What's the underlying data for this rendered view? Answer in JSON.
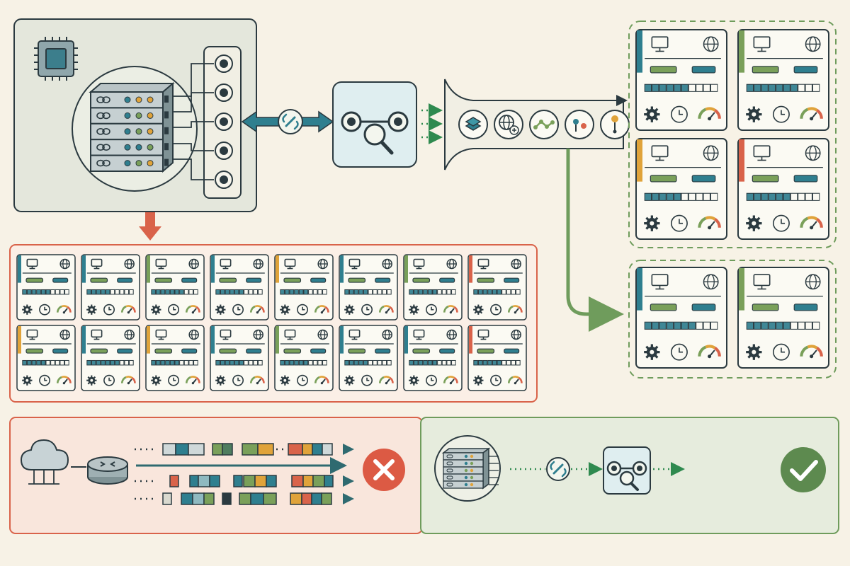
{
  "colors": {
    "background": "#f7f2e6",
    "ink": "#2b3a40",
    "teal": "#2f7f8f",
    "green": "#7aa05a",
    "orange": "#e0a33a",
    "red": "#d9634a",
    "panel_gray": "#e4e7dc",
    "box_blue": "#dfeef0",
    "bad_bg": "#f9e6dc",
    "good_bg": "#e6ecdd",
    "card": "#fbfaf3"
  },
  "host": {
    "chip_icon": "cpu-chip-icon",
    "server_icon": "server-rack-icon",
    "port_count": 5
  },
  "sync_icon": "sync-link-icon",
  "inspector_icon": "graph-search-icon",
  "funnel": {
    "icons": [
      "layers-icon",
      "globe-plus-icon",
      "line-nodes-icon",
      "pin-dots-icon",
      "lollipop-node-icon"
    ]
  },
  "bad_cards": [
    {
      "accent": "teal",
      "fill": 6
    },
    {
      "accent": "teal",
      "fill": 5
    },
    {
      "accent": "green",
      "fill": 7
    },
    {
      "accent": "teal",
      "fill": 6
    },
    {
      "accent": "orange",
      "fill": 6
    },
    {
      "accent": "teal",
      "fill": 5
    },
    {
      "accent": "green",
      "fill": 6
    },
    {
      "accent": "red",
      "fill": 6
    },
    {
      "accent": "orange",
      "fill": 5
    },
    {
      "accent": "teal",
      "fill": 7
    },
    {
      "accent": "orange",
      "fill": 6
    },
    {
      "accent": "teal",
      "fill": 6
    },
    {
      "accent": "green",
      "fill": 6
    },
    {
      "accent": "teal",
      "fill": 5
    },
    {
      "accent": "teal",
      "fill": 6
    },
    {
      "accent": "red",
      "fill": 6
    }
  ],
  "good_cards": [
    {
      "accent": "teal",
      "fill": 6
    },
    {
      "accent": "green",
      "fill": 7
    },
    {
      "accent": "orange",
      "fill": 5
    },
    {
      "accent": "red",
      "fill": 6
    }
  ],
  "result_cards": [
    {
      "accent": "teal",
      "fill": 7
    },
    {
      "accent": "green",
      "fill": 6
    }
  ],
  "legend_bad": {
    "cloud_icon": "cloud-icon",
    "router_icon": "router-icon",
    "status_icon": "cross-icon",
    "status_color": "#dc5a44"
  },
  "legend_good": {
    "server_icon": "server-rack-icon",
    "sync_icon": "sync-link-icon",
    "inspector_icon": "graph-search-icon",
    "status_icon": "check-icon",
    "status_color": "#5d8a4f"
  }
}
